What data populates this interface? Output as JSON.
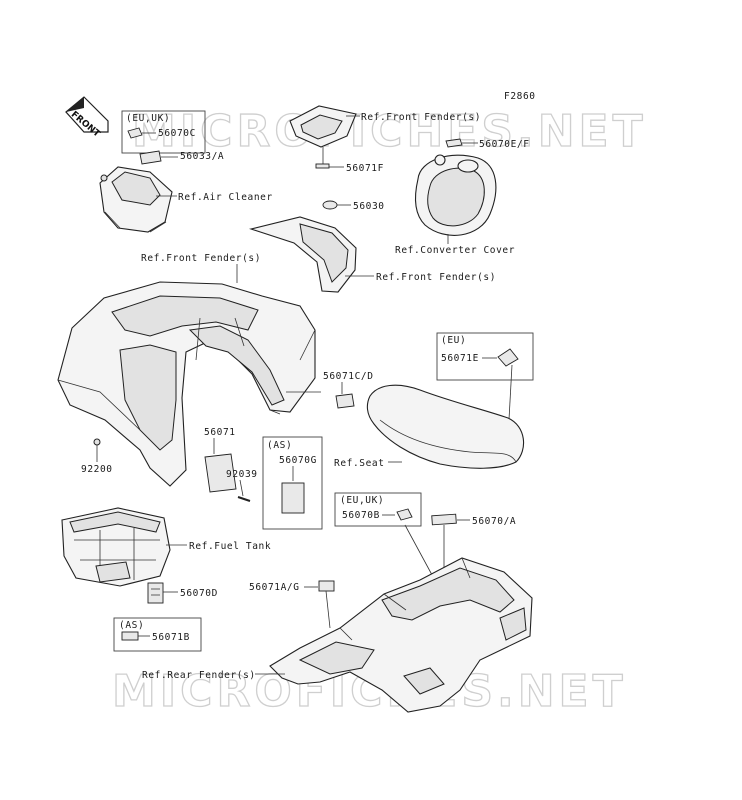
{
  "figure_code": "F2860",
  "front_arrow": "FRONT",
  "watermark": "MICROFICHES.NET",
  "labels": {
    "eu_uk_top": "(EU,UK)",
    "p56070C": "56070C",
    "p56033A": "56033/A",
    "ref_air_cleaner": "Ref.Air Cleaner",
    "ref_front_fender_top": "Ref.Front Fender(s)",
    "p56071F": "56071F",
    "p56070EF": "56070E/F",
    "p56030": "56030",
    "ref_converter_cover": "Ref.Converter Cover",
    "ref_front_fender_mid": "Ref.Front Fender(s)",
    "ref_front_fender_left": "Ref.Front Fender(s)",
    "eu_right": "(EU)",
    "p56071E": "56071E",
    "p56071CD": "56071C/D",
    "p56071": "56071",
    "as_mid": "(AS)",
    "p56070G": "56070G",
    "p92039": "92039",
    "p92200": "92200",
    "ref_seat": "Ref.Seat",
    "eu_uk_right": "(EU,UK)",
    "p56070B": "56070B",
    "p56070A": "56070/A",
    "ref_fuel_tank": "Ref.Fuel Tank",
    "p56071AG": "56071A/G",
    "p56070D": "56070D",
    "as_bottom": "(AS)",
    "p56071B": "56071B",
    "ref_rear_fender": "Ref.Rear Fender(s)"
  }
}
